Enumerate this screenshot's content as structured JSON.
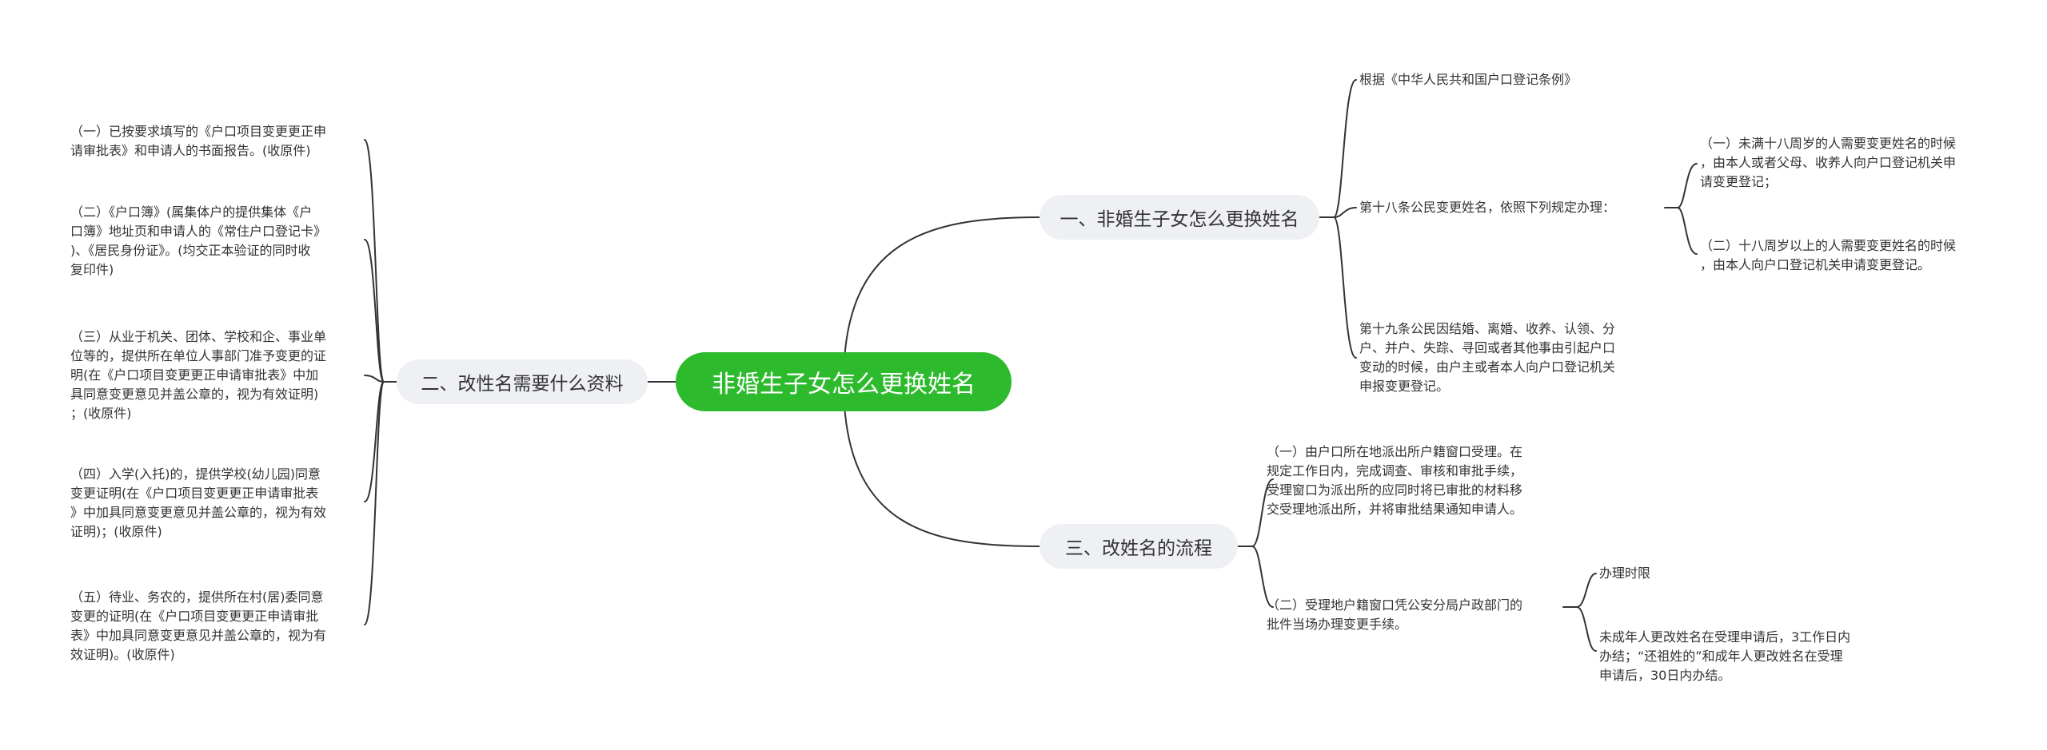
{
  "central": {
    "title": "非婚生子女怎么更换姓名"
  },
  "branches": {
    "b1": "一、非婚生子女怎么更换姓名",
    "b2": "二、改性名需要什么资料",
    "b3": "三、改姓名的流程"
  },
  "b1": {
    "n1": "根据《中华人民共和国户口登记条例》",
    "n2": "第十八条公民变更姓名，依照下列规定办理：",
    "n2a": "（一）未满十八周岁的人需要变更姓名的时候\n，由本人或者父母、收养人向户口登记机关申\n请变更登记；",
    "n2b": "（二）十八周岁以上的人需要变更姓名的时候\n，由本人向户口登记机关申请变更登记。",
    "n3": "第十九条公民因结婚、离婚、收养、认领、分\n户、并户、失踪、寻回或者其他事由引起户口\n变动的时候，由户主或者本人向户口登记机关\n申报变更登记。"
  },
  "b2": {
    "items": [
      "（一）已按要求填写的《户口项目变更更正申\n请审批表》和申请人的书面报告。(收原件)",
      "（二）《户口簿》(属集体户的提供集体《户\n口簿》地址页和申请人的《常住户口登记卡》\n)、《居民身份证》。(均交正本验证的同时收\n复印件)",
      "（三）从业于机关、团体、学校和企、事业单\n位等的，提供所在单位人事部门准予变更的证\n明(在《户口项目变更更正申请审批表》中加\n具同意变更意见并盖公章的，视为有效证明)\n；(收原件)",
      "（四）入学(入托)的，提供学校(幼儿园)同意\n变更证明(在《户口项目变更更正申请审批表\n》中加具同意变更意见并盖公章的，视为有效\n证明)；(收原件)",
      "（五）待业、务农的，提供所在村(居)委同意\n变更的证明(在《户口项目变更更正申请审批\n表》中加具同意变更意见并盖公章的，视为有\n效证明)。(收原件)"
    ]
  },
  "b3": {
    "n1": "（一）由户口所在地派出所户籍窗口受理。在\n规定工作日内，完成调查、审核和审批手续，\n受理窗口为派出所的应同时将已审批的材料移\n交受理地派出所，并将审批结果通知申请人。",
    "n2": "（二）受理地户籍窗口凭公安分局户政部门的\n批件当场办理变更手续。",
    "n2a": "办理时限",
    "n2b": "未成年人更改姓名在受理申请后，3工作日内\n办结；“还祖姓的”和成年人更改姓名在受理\n申请后，30日内办结。"
  },
  "colors": {
    "central": "#2dba2d",
    "branch_bg": "#eef0f3",
    "line": "#333333"
  }
}
